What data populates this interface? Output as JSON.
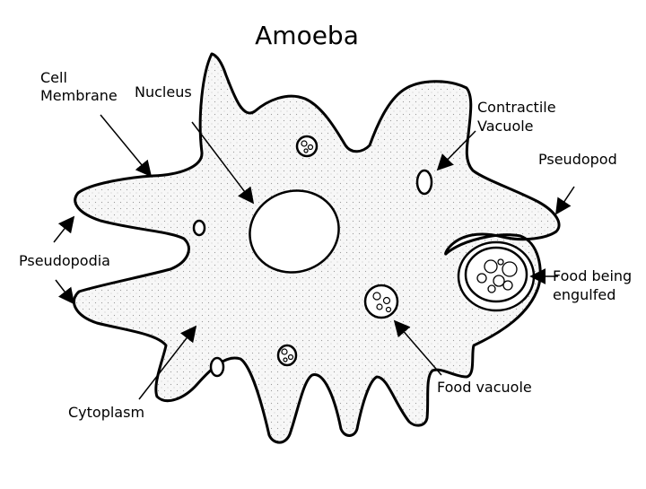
{
  "diagram": {
    "title": "Amoeba",
    "labels": {
      "cell_membrane": [
        "Cell",
        "Membrane"
      ],
      "nucleus": "Nucleus",
      "contractile_vacuole": [
        "Contractile",
        "Vacuole"
      ],
      "pseudopod": "Pseudopod",
      "pseudopodia": "Pseudopodia",
      "food_being_engulfed": [
        "Food being",
        "engulfed"
      ],
      "food_vacuole": "Food vacuole",
      "cytoplasm": "Cytoplasm"
    }
  }
}
